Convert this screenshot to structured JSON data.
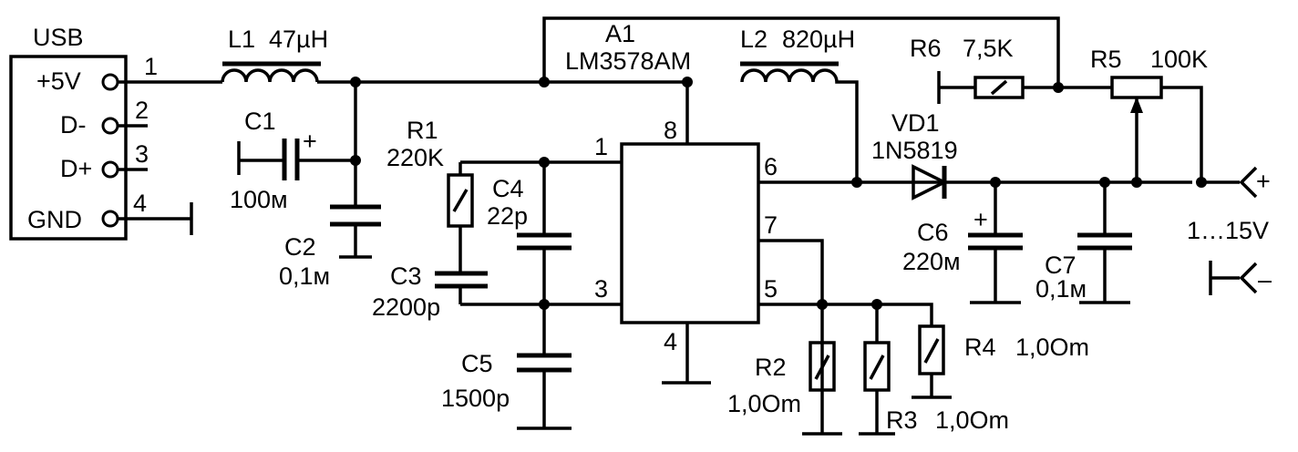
{
  "connector": {
    "title": "USB",
    "pins": [
      {
        "label": "+5V",
        "number": "1"
      },
      {
        "label": "D-",
        "number": "2"
      },
      {
        "label": "D+",
        "number": "3"
      },
      {
        "label": "GND",
        "number": "4"
      }
    ]
  },
  "chip": {
    "ref": "A1",
    "part": "LM3578AM",
    "pins": {
      "p1": "1",
      "p3": "3",
      "p4": "4",
      "p5": "5",
      "p6": "6",
      "p7": "7",
      "p8": "8"
    }
  },
  "components": {
    "L1": {
      "ref": "L1",
      "value": "47µH"
    },
    "L2": {
      "ref": "L2",
      "value": "820µH"
    },
    "C1": {
      "ref": "C1",
      "value": "100м",
      "polarity": "+"
    },
    "C2": {
      "ref": "C2",
      "value": "0,1м"
    },
    "C3": {
      "ref": "C3",
      "value": "2200p"
    },
    "C4": {
      "ref": "C4",
      "value": "22p"
    },
    "C5": {
      "ref": "C5",
      "value": "1500p"
    },
    "C6": {
      "ref": "C6",
      "value": "220м",
      "polarity": "+"
    },
    "C7": {
      "ref": "C7",
      "value": "0,1м"
    },
    "R1": {
      "ref": "R1",
      "value": "220K"
    },
    "R2": {
      "ref": "R2",
      "value": "1,0Om"
    },
    "R3": {
      "ref": "R3",
      "value": "1,0Om"
    },
    "R4": {
      "ref": "R4",
      "value": "1,0Om"
    },
    "R5": {
      "ref": "R5",
      "value": "100K"
    },
    "R6": {
      "ref": "R6",
      "value": "7,5K"
    },
    "VD1": {
      "ref": "VD1",
      "value": "1N5819"
    }
  },
  "output": {
    "plus": "+",
    "minus": "–",
    "range": "1…15V"
  }
}
